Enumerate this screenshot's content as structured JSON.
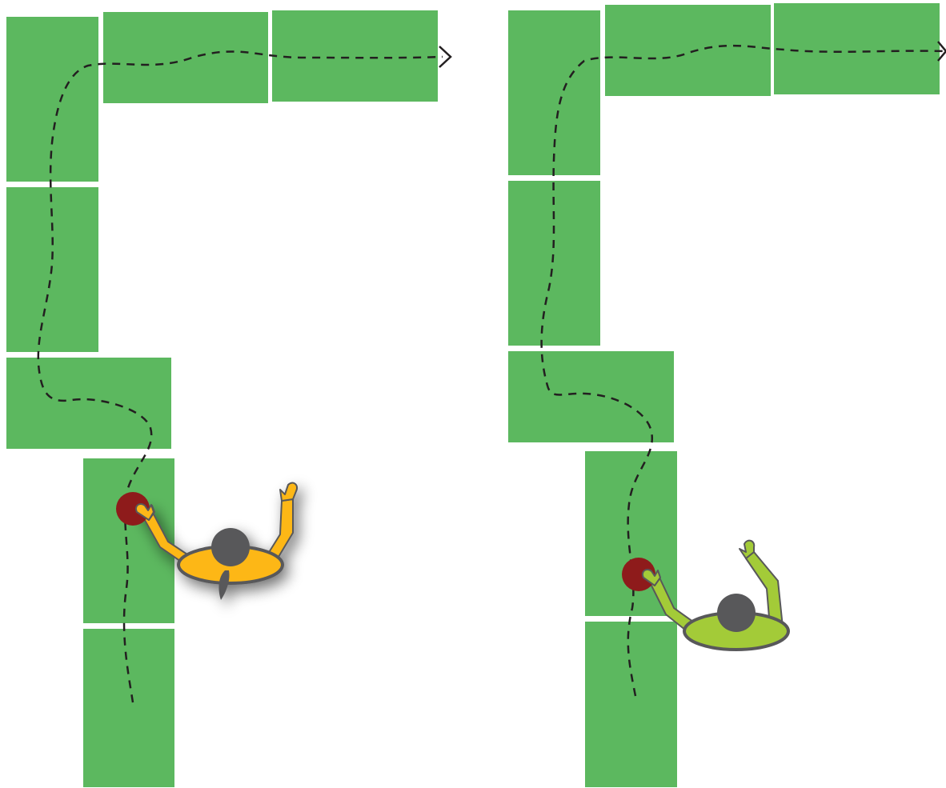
{
  "colors": {
    "tile": "#5cb85f",
    "background": "#ffffff",
    "path": "#231f20",
    "head": "#58585a",
    "outline": "#58585a",
    "ball": "#8e1b1b",
    "person_left": "#fdb718",
    "person_right": "#a3cb38"
  },
  "icons": {
    "person_left": "person-topdown-icon",
    "person_right": "person-topdown-icon",
    "ball": "ball-icon",
    "path_end": "chevron-right-icon"
  },
  "panels": [
    {
      "name": "left-panel",
      "person_color": "person_left",
      "has_tie": true
    },
    {
      "name": "right-panel",
      "person_color": "person_right",
      "has_tie": false
    }
  ]
}
